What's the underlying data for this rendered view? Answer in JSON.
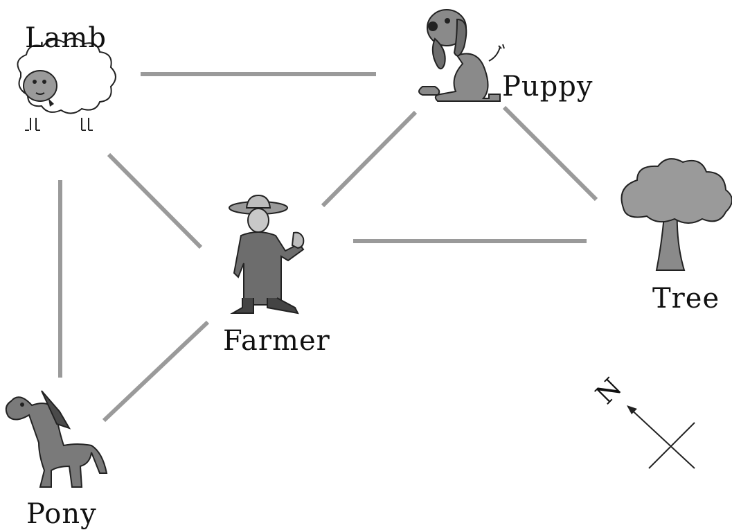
{
  "nodes": {
    "lamb": {
      "label": "Lamb",
      "icon": "lamb-icon"
    },
    "puppy": {
      "label": "Puppy",
      "icon": "puppy-icon"
    },
    "farmer": {
      "label": "Farmer",
      "icon": "farmer-icon"
    },
    "tree": {
      "label": "Tree",
      "icon": "tree-icon"
    },
    "pony": {
      "label": "Pony",
      "icon": "pony-icon"
    }
  },
  "edges": [
    {
      "from": "Lamb",
      "to": "Puppy"
    },
    {
      "from": "Lamb",
      "to": "Farmer"
    },
    {
      "from": "Lamb",
      "to": "Pony"
    },
    {
      "from": "Puppy",
      "to": "Farmer"
    },
    {
      "from": "Puppy",
      "to": "Tree"
    },
    {
      "from": "Farmer",
      "to": "Tree"
    },
    {
      "from": "Farmer",
      "to": "Pony"
    }
  ],
  "compass": {
    "north_label": "N",
    "icon": "compass-icon"
  },
  "colors": {
    "edge": "#9a9a9a",
    "ink": "#222222",
    "figure_fill": "#8a8a8a"
  }
}
